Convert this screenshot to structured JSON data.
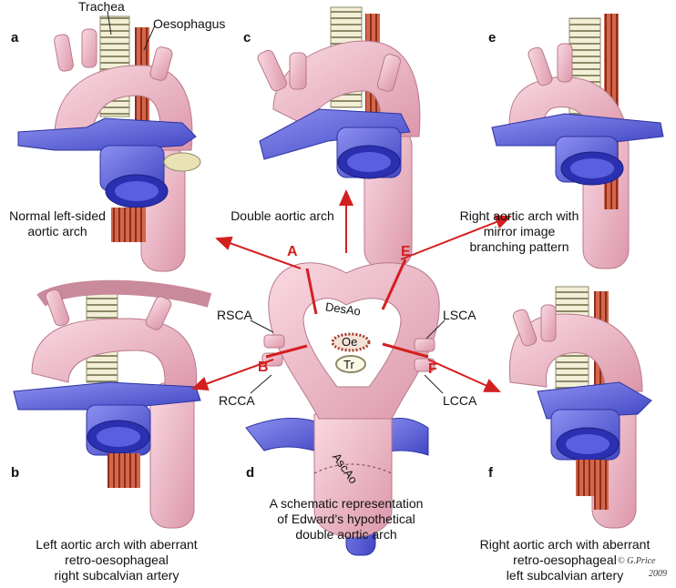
{
  "colors": {
    "aorta": "#f4c1cf",
    "aorta_dark": "#c98a9c",
    "vein": "#6a6ee0",
    "vein_dark": "#3a3fb8",
    "muscle": "#c8563c",
    "trachea": "#e9e6c8",
    "arrow": "#d41f1f"
  },
  "labels": {
    "trachea": "Trachea",
    "oesophagus": "Oesophagus",
    "panel_a": "a",
    "panel_b": "b",
    "panel_c": "c",
    "panel_d": "d",
    "panel_e": "e",
    "panel_f": "f",
    "caption_a": "Normal left-sided\naortic arch",
    "caption_b": "Left aortic arch with aberrant\nretro-oesophageal\nright subcalvian artery",
    "caption_c": "Double aortic arch",
    "caption_d": "A schematic representation\nof Edward’s hypothetical\ndouble aortic arch",
    "caption_e": "Right aortic arch with\nmirror image\nbranching pattern",
    "caption_f": "Right aortic arch with aberrant\nretro-oesophageal\nleft subcalvian artery",
    "cut_A": "A",
    "cut_B": "B",
    "cut_E": "E",
    "cut_F": "F",
    "desao": "DesAo",
    "oe": "Oe",
    "tr": "Tr",
    "ascao": "AscAo",
    "rsca": "RSCA",
    "rcca": "RCCA",
    "lsca": "LSCA",
    "lcca": "LCCA",
    "signature": "© G.Price",
    "year": "2009"
  }
}
